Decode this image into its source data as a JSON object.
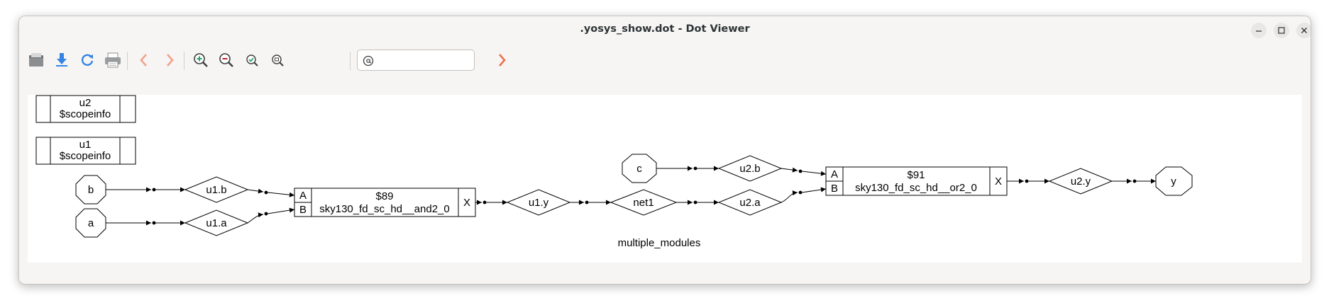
{
  "window": {
    "title": ".yosys_show.dot - Dot Viewer"
  },
  "toolbar": {
    "buttons": [
      "open-icon",
      "download-icon",
      "reload-icon",
      "print-icon",
      "back-icon",
      "forward-icon",
      "zoom-in-icon",
      "zoom-out-icon",
      "zoom-fit-icon",
      "zoom-100-icon"
    ],
    "search_placeholder": "",
    "search_value": ""
  },
  "graph": {
    "scopes": [
      {
        "line1": "u2",
        "line2": "$scopeinfo"
      },
      {
        "line1": "u1",
        "line2": "$scopeinfo"
      }
    ],
    "ports": {
      "b": "b",
      "a": "a",
      "c": "c",
      "y": "y"
    },
    "wires": {
      "u1_b": "u1.b",
      "u1_a": "u1.a",
      "u1_y": "u1.y",
      "net1": "net1",
      "u2_b": "u2.b",
      "u2_a": "u2.a",
      "u2_y": "u2.y"
    },
    "cells": [
      {
        "id": "$89",
        "type": "sky130_fd_sc_hd__and2_0",
        "in1": "A",
        "in2": "B",
        "out": "X"
      },
      {
        "id": "$91",
        "type": "sky130_fd_sc_hd__or2_0",
        "in1": "A",
        "in2": "B",
        "out": "X"
      }
    ],
    "caption": "multiple_modules"
  },
  "colors": {
    "stroke": "#000000",
    "accent_orange": "#e8734a",
    "accent_blue": "#3584e4",
    "zoom_green": "#26a269",
    "zoom_red": "#c01c28"
  }
}
